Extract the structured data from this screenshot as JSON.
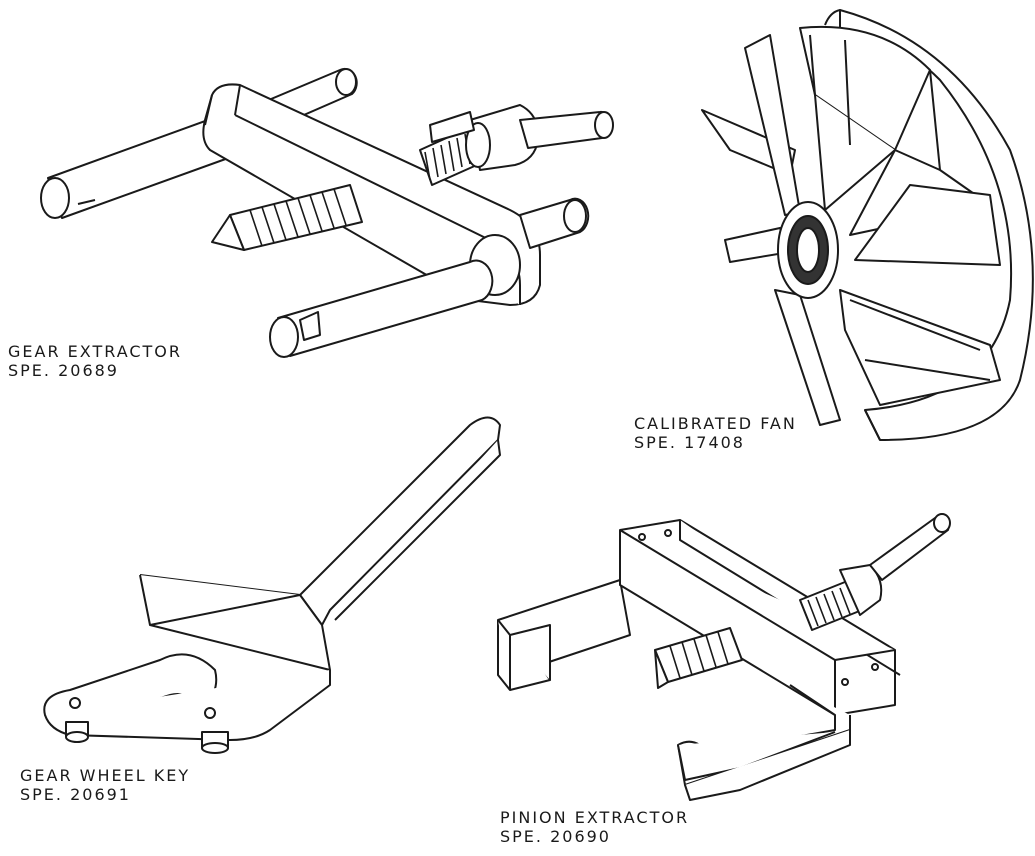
{
  "captions": {
    "gear_extractor": {
      "name": "GEAR  EXTRACTOR",
      "code": "SPE. 20689"
    },
    "calibrated_fan": {
      "name": "CALIBRATED   FAN",
      "code": "SPE. 17408"
    },
    "gear_wheel_key": {
      "name": "GEAR  WHEEL KEY",
      "code": "SPE. 20691"
    },
    "pinion_extractor": {
      "name": "PINION  EXTRACTOR",
      "code": "SPE. 20690"
    }
  },
  "colors": {
    "ink": "#1a1a1a",
    "paper": "#ffffff"
  }
}
